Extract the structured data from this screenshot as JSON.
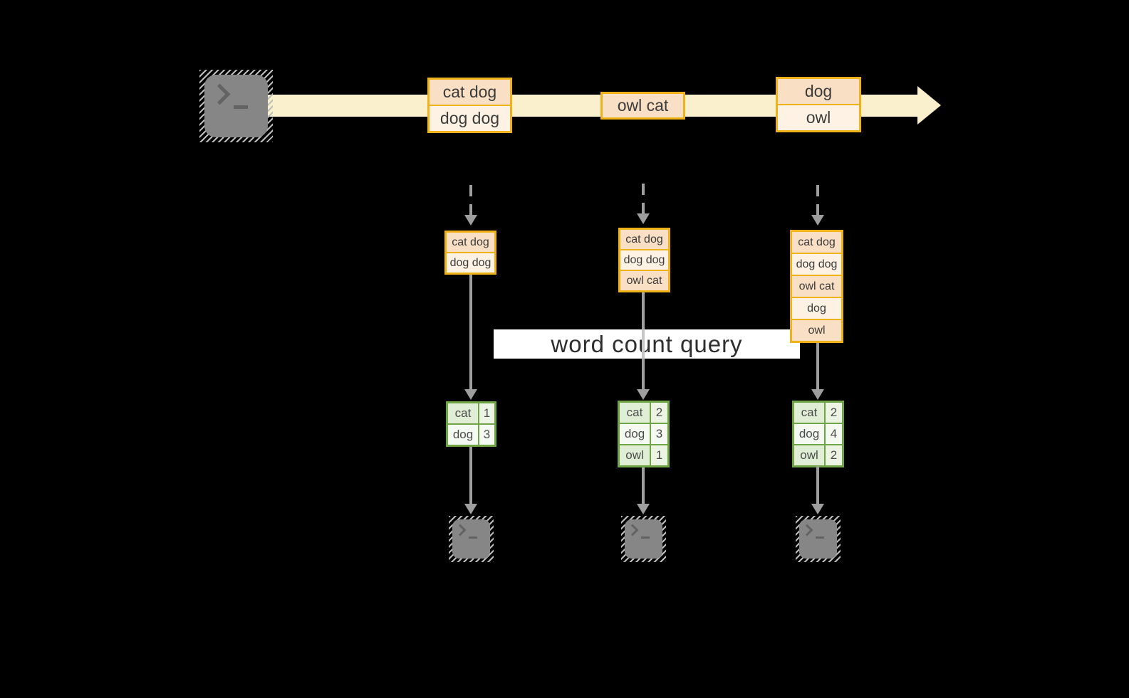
{
  "query_label": "word count query",
  "stream": {
    "batches": [
      {
        "lines": [
          "cat dog",
          "dog dog"
        ]
      },
      {
        "lines": [
          "owl cat"
        ]
      },
      {
        "lines": [
          "dog",
          "owl"
        ]
      }
    ]
  },
  "columns": [
    {
      "buffer": [
        "cat dog",
        "dog dog"
      ],
      "table": {
        "rows": [
          [
            "cat",
            "1"
          ],
          [
            "dog",
            "3"
          ]
        ]
      }
    },
    {
      "buffer": [
        "cat dog",
        "dog dog",
        "owl cat"
      ],
      "table": {
        "rows": [
          [
            "cat",
            "2"
          ],
          [
            "dog",
            "3"
          ],
          [
            "owl",
            "1"
          ]
        ]
      }
    },
    {
      "buffer": [
        "cat dog",
        "dog dog",
        "owl cat",
        "dog",
        "owl"
      ],
      "table": {
        "rows": [
          [
            "cat",
            "2"
          ],
          [
            "dog",
            "4"
          ],
          [
            "owl",
            "2"
          ]
        ]
      }
    }
  ],
  "icons": {
    "source": "terminal-icon",
    "sinks": [
      "terminal-icon",
      "terminal-icon",
      "terminal-icon"
    ]
  },
  "colors": {
    "bg": "#000000",
    "gold": "#efb319",
    "peach-dark": "#f9dfc4",
    "peach-light": "#fdf2e3",
    "cream": "#fbf0cd",
    "green": "#6fa544",
    "sage": "#e1eed6",
    "sage-num": "#ecf4e4",
    "row-white": "#f4f9f1",
    "arrow": "#9e9e9e",
    "arrow-light": "#c7c7c7",
    "bar": "#ffffff",
    "ink": "#3b3b3b",
    "term": "#868686",
    "glyph": "#636363"
  }
}
